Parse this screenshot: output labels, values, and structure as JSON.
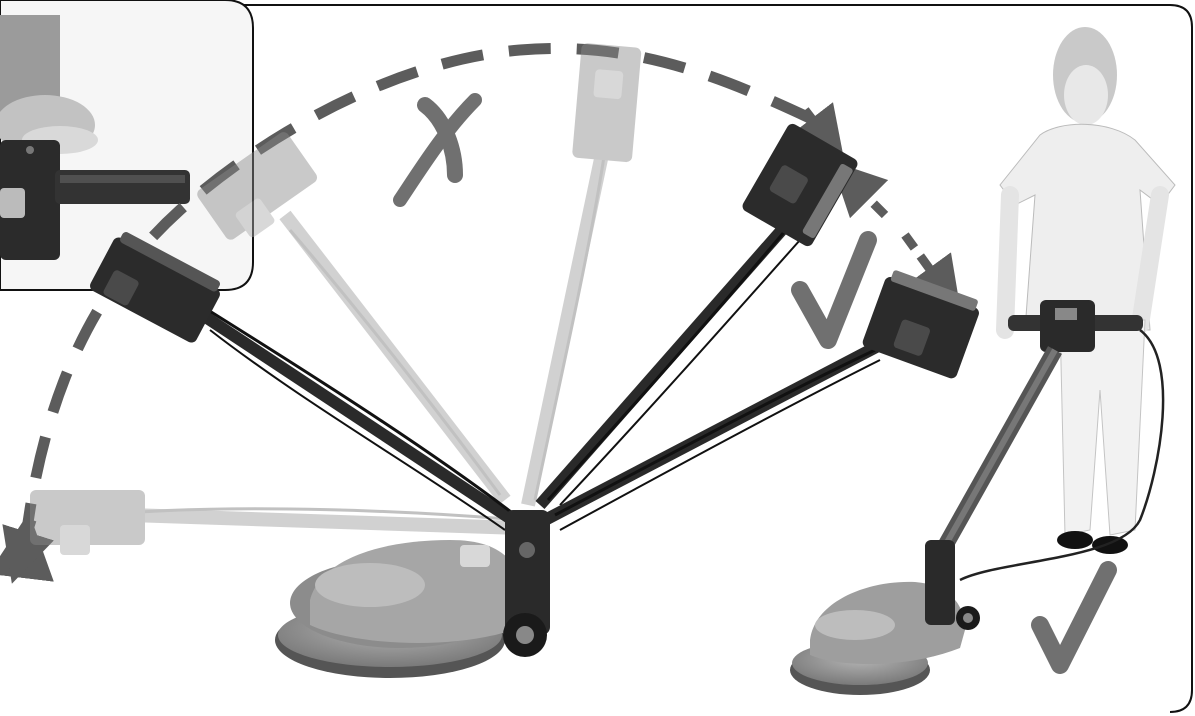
{
  "figure": {
    "subject": "floor-scrubber-handle-positions",
    "inset": {
      "icon": "handle-detail-closeup"
    },
    "marks": [
      {
        "id": "cross",
        "icon": "x-mark-icon",
        "meaning": "not-allowed"
      },
      {
        "id": "check-upper",
        "icon": "check-mark-icon",
        "meaning": "allowed"
      },
      {
        "id": "check-lower",
        "icon": "check-mark-icon",
        "meaning": "allowed"
      }
    ],
    "colors": {
      "frame": "#111111",
      "arrow": "#5c5c5c",
      "mark": "#707070",
      "machine_dark": "#2a2a2a",
      "machine_body": "#9a9a9a",
      "ghost": "#c8c8c8",
      "operator": "#efefef"
    }
  }
}
